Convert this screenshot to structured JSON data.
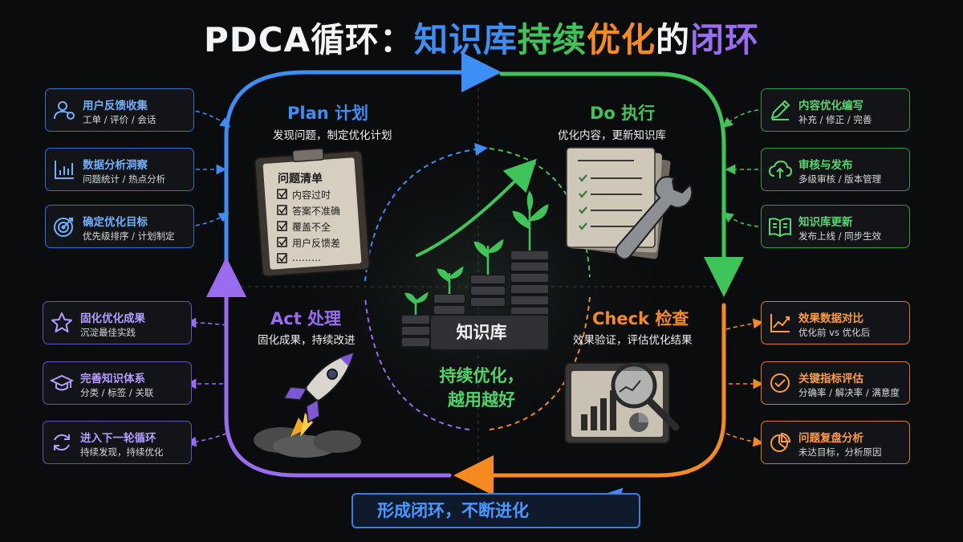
{
  "title": {
    "parts": [
      {
        "text": "PDCA循环：",
        "color": "white"
      },
      {
        "text": "知识库",
        "color": "blue"
      },
      {
        "text": "持续",
        "color": "green"
      },
      {
        "text": "优化",
        "color": "orange"
      },
      {
        "text": "的",
        "color": "white"
      },
      {
        "text": "闭环",
        "color": "purple"
      }
    ]
  },
  "colors": {
    "blue": "#3d8ef5",
    "green": "#3fc45a",
    "orange": "#f58a20",
    "purple": "#9a6cf0"
  },
  "phases": {
    "plan": {
      "title": "Plan 计划",
      "subtitle": "发现问题，制定优化计划"
    },
    "do": {
      "title": "Do 执行",
      "subtitle": "优化内容，更新知识库"
    },
    "check": {
      "title": "Check 检查",
      "subtitle": "效果验证，评估优化结果"
    },
    "act": {
      "title": "Act 处理",
      "subtitle": "固化成果，持续改进"
    }
  },
  "cards": {
    "plan": [
      {
        "title": "用户反馈收集",
        "subtitle": "工单 / 评价 / 会话",
        "icon": "user-icon"
      },
      {
        "title": "数据分析洞察",
        "subtitle": "问题统计 / 热点分析",
        "icon": "bar-chart-icon"
      },
      {
        "title": "确定优化目标",
        "subtitle": "优先级排序 / 计划制定",
        "icon": "target-icon"
      }
    ],
    "do": [
      {
        "title": "内容优化编写",
        "subtitle": "补充 / 修正 / 完善",
        "icon": "pencil-icon"
      },
      {
        "title": "审核与发布",
        "subtitle": "多级审核 / 版本管理",
        "icon": "cloud-upload-icon"
      },
      {
        "title": "知识库更新",
        "subtitle": "发布上线 / 同步生效",
        "icon": "book-icon"
      }
    ],
    "check": [
      {
        "title": "效果数据对比",
        "subtitle": "优化前 vs 优化后",
        "icon": "line-chart-icon"
      },
      {
        "title": "关键指标评估",
        "subtitle": "分确率 / 解决率 / 满意度",
        "icon": "check-circle-icon"
      },
      {
        "title": "问题复盘分析",
        "subtitle": "未达目标，分析原因",
        "icon": "pie-chart-icon"
      }
    ],
    "act": [
      {
        "title": "固化优化成果",
        "subtitle": "沉淀最佳实践",
        "icon": "star-icon"
      },
      {
        "title": "完善知识体系",
        "subtitle": "分类 / 标签 / 关联",
        "icon": "graduation-cap-icon"
      },
      {
        "title": "进入下一轮循环",
        "subtitle": "持续发现，持续优化",
        "icon": "refresh-icon"
      }
    ]
  },
  "clipboard": {
    "title": "问题清单",
    "items": [
      "内容过时",
      "答案不准确",
      "覆盖不全",
      "用户反馈差",
      "………"
    ]
  },
  "center": {
    "label": "知识库",
    "slogan_line1": "持续优化，",
    "slogan_line2": "越用越好"
  },
  "banner": {
    "text": "形成闭环，不断进化"
  }
}
